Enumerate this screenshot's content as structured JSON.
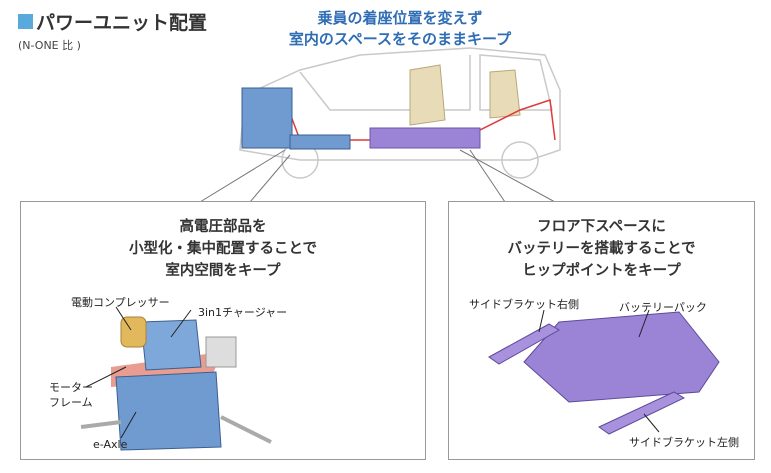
{
  "header": {
    "title": "パワーユニット配置",
    "subtitle": "(N-ONE 比 )"
  },
  "headline": {
    "line1": "乗員の着座位置を変えず",
    "line2": "室内のスペースをそのままキープ"
  },
  "left_panel": {
    "line1": "高電圧部品を",
    "line2": "小型化・集中配置することで",
    "line3": "室内空間をキープ",
    "labels": {
      "compressor": "電動コンプレッサー",
      "charger": "3in1チャージャー",
      "frame_1": "モーター",
      "frame_2": "フレーム",
      "axle": "e-Axle"
    }
  },
  "right_panel": {
    "line1": "フロア下スペースに",
    "line2": "バッテリーを搭載することで",
    "line3": "ヒップポイントをキープ",
    "labels": {
      "bracket_right": "サイドブラケット右側",
      "battery": "バッテリーパック",
      "bracket_left": "サイドブラケット左側"
    }
  },
  "colors": {
    "accent": "#5aa9dd",
    "headline": "#2f6db5",
    "blue_part": "#6f9bd1",
    "purple_part": "#9b84d6",
    "frame": "#e58b7c",
    "route": "#e03a3a"
  }
}
